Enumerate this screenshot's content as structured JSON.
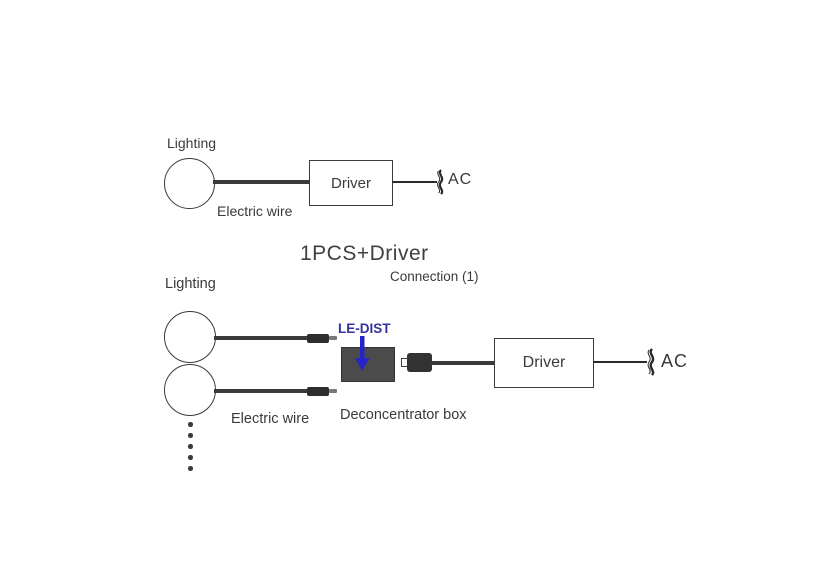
{
  "colors": {
    "line": "#3a3a3a",
    "deconcentrator_fill": "#4b4b4b",
    "accent_blue": "#3232a0",
    "arrow_blue": "#2424c8",
    "text": "#3a3a3a",
    "background": "#ffffff"
  },
  "icons": {
    "ac_symbol": "ac-wave-break-icon",
    "le_dist_arrow": "down-arrow-icon"
  },
  "diagram1": {
    "lighting_label": "Lighting",
    "electric_wire_label": "Electric wire",
    "driver_label": "Driver",
    "ac_label": "AC"
  },
  "caption": {
    "title": "1PCS+Driver",
    "subtitle": "Connection (1)"
  },
  "diagram2": {
    "lighting_label": "Lighting",
    "electric_wire_label": "Electric wire",
    "le_dist_label": "LE-DIST",
    "deconcentrator_label": "Deconcentrator box",
    "driver_label": "Driver",
    "ac_label": "AC"
  }
}
